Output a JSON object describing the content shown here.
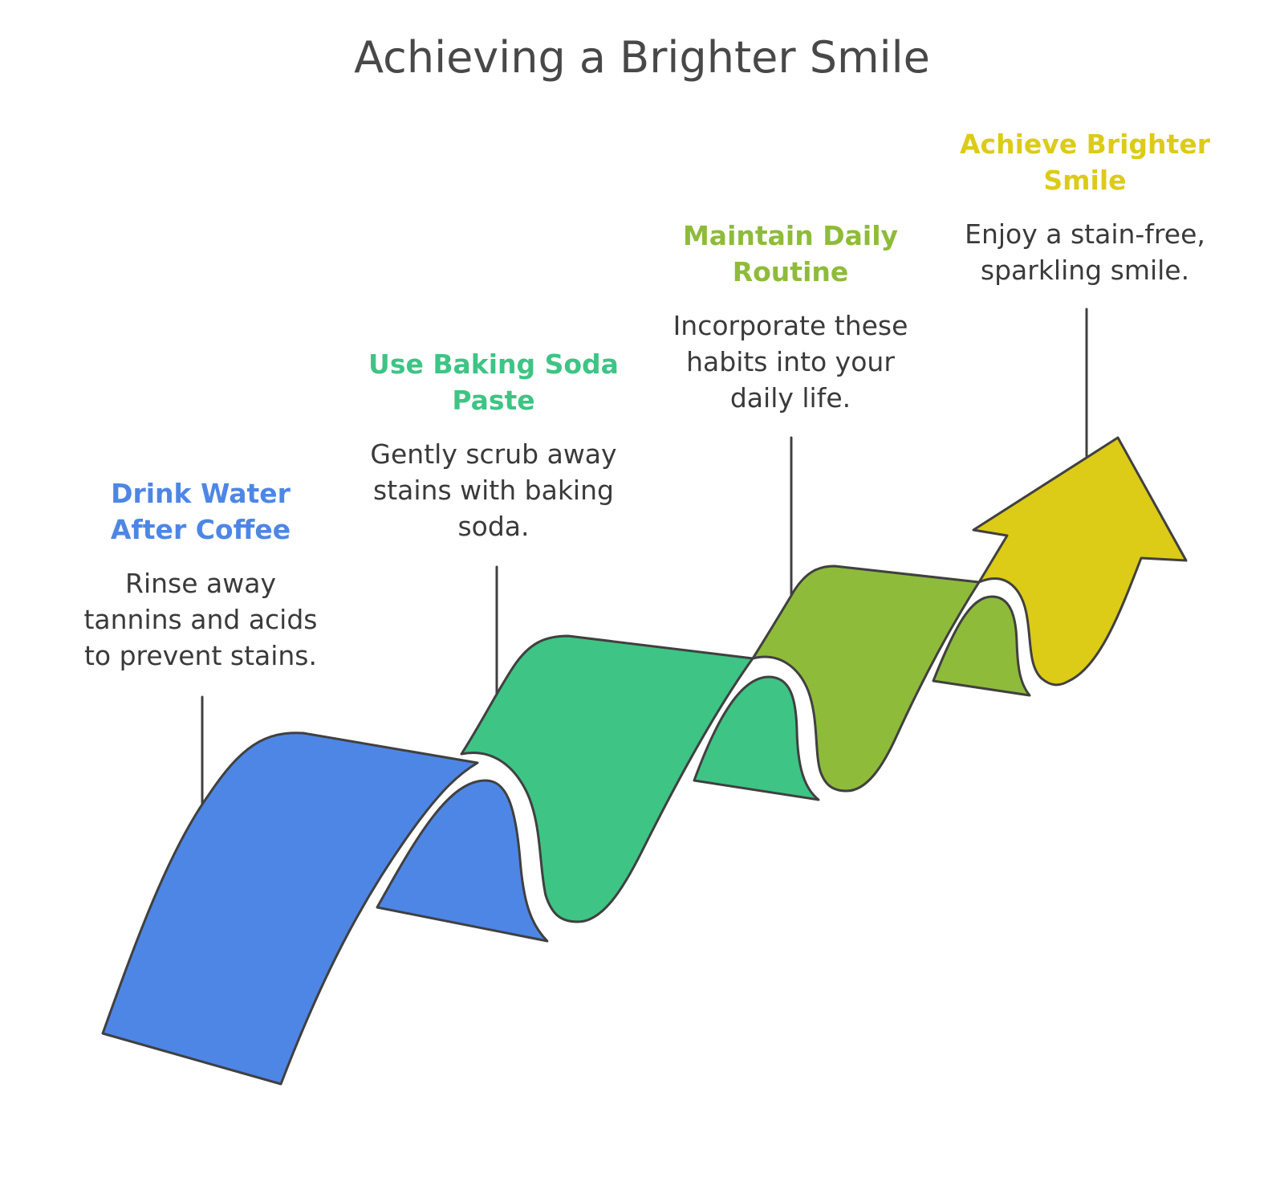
{
  "title": "Achieving a Brighter Smile",
  "colors": {
    "outline": "#404040",
    "blue": "#4e86e6",
    "green": "#3ec484",
    "olive": "#8fbb3a",
    "yellow": "#dccb17"
  },
  "steps": [
    {
      "heading": "Drink Water After Coffee",
      "description": "Rinse away tannins and acids to prevent stains.",
      "color": "#4e86e6"
    },
    {
      "heading": "Use Baking Soda Paste",
      "description": "Gently scrub away stains with baking soda.",
      "color": "#3ec484"
    },
    {
      "heading": "Maintain Daily Routine",
      "description": "Incorporate these habits into your daily life.",
      "color": "#8fbb3a"
    },
    {
      "heading": "Achieve Brighter Smile",
      "description": "Enjoy a stain-free, sparkling smile.",
      "color": "#dccb17"
    }
  ]
}
